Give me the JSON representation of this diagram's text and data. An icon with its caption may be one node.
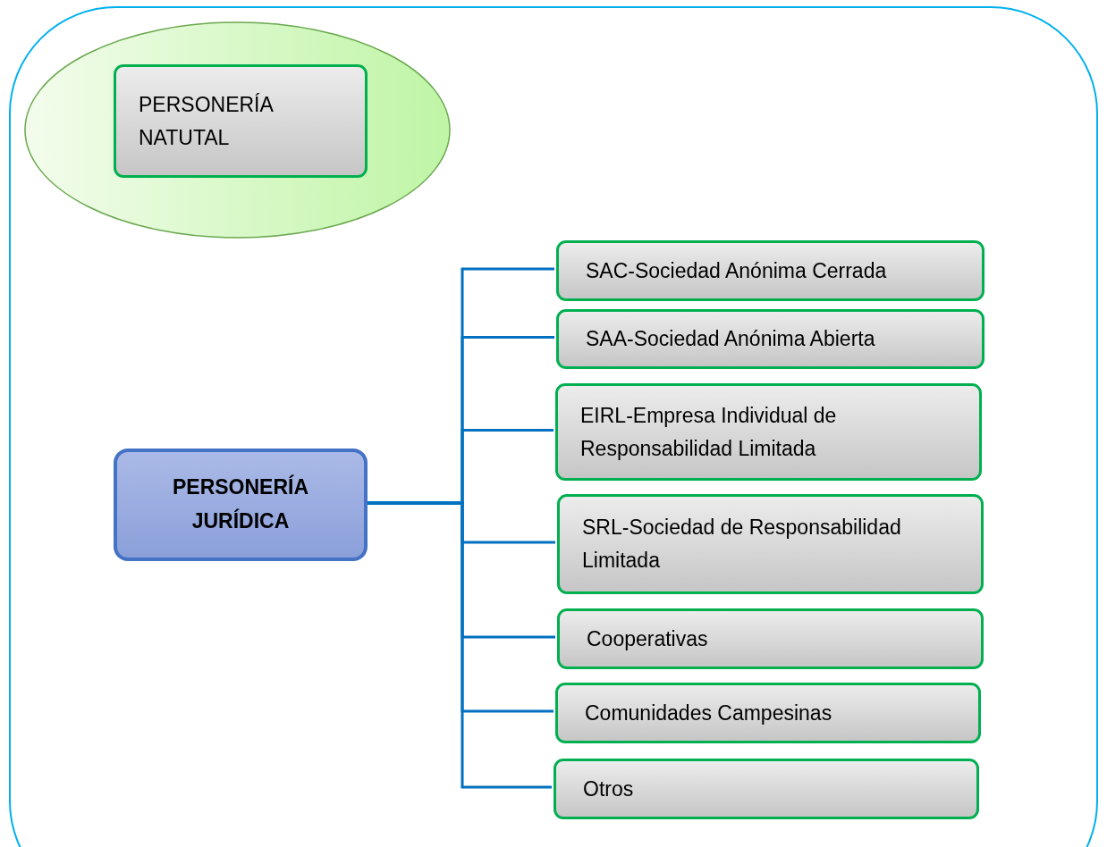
{
  "diagram": {
    "nodes": [
      {
        "text": [],
        "shape": "box"
      },
      {
        "text": [],
        "shape": "ellipse",
        "in": 0
      },
      {
        "text": [
          "PERSONERÍA NATUTAL"
        ],
        "in": 1
      },
      {
        "text": [
          "PERSONERÍA JURÍDICA"
        ],
        "in": 0
      },
      {
        "text": [
          "SAC-Sociedad Anónima Cerrada"
        ],
        "in": 0
      },
      {
        "text": [
          "SAA-Sociedad Anónima Abierta"
        ],
        "in": 0
      },
      {
        "text": [
          "EIRL-Empresa Individual de Responsabilidad Limitada"
        ],
        "in": 0
      },
      {
        "text": [
          "SRL-Sociedad de Responsabilidad Limitada"
        ],
        "in": 0
      },
      {
        "text": [
          "Cooperativas"
        ],
        "in": 0
      },
      {
        "text": [
          "Comunidades Campesinas"
        ],
        "in": 0
      },
      {
        "text": [
          "Otros"
        ],
        "in": 0
      }
    ],
    "edges": [
      {
        "from": 3,
        "to": 4,
        "arrow": "none"
      },
      {
        "from": 3,
        "to": 5,
        "arrow": "none"
      },
      {
        "from": 3,
        "to": 6,
        "arrow": "none"
      },
      {
        "from": 3,
        "to": 7,
        "arrow": "none"
      },
      {
        "from": 3,
        "to": 8,
        "arrow": "none"
      },
      {
        "from": 3,
        "to": 9,
        "arrow": "none"
      },
      {
        "from": 3,
        "to": 10,
        "arrow": "none"
      }
    ]
  }
}
